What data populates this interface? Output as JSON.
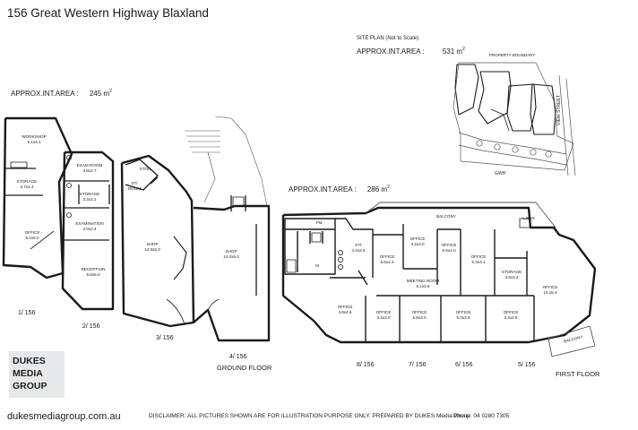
{
  "title": "156 Great Western Highway Blaxland",
  "site_plan": {
    "label": "SITE PLAN (Not to Scale)",
    "approx_label": "APPROX.INT.AREA :",
    "area_value": "531",
    "area_unit": "m",
    "area_sup": "2",
    "property_boundary": "PROPERTY BOUNDARY",
    "street": "VIEW STREET",
    "gwh": "GWH"
  },
  "ground": {
    "approx_label": "APPROX.INT.AREA :",
    "area_value": "245",
    "area_unit": "m",
    "area_sup": "2",
    "floor_label": "GROUND FLOOR",
    "units": [
      "1/ 156",
      "2/ 156",
      "3/ 156",
      "4/ 156"
    ],
    "rooms": [
      {
        "name": "WORKSHOP",
        "dim": "5.1x4.1"
      },
      {
        "name": "STORAGE",
        "dim": "3.7x2.4"
      },
      {
        "name": "OFFICE",
        "dim": "6.2x5.0"
      },
      {
        "name": "EXAM ROOM",
        "dim": "3.8x2.7"
      },
      {
        "name": "STORAGE",
        "dim": "3.3x2.1"
      },
      {
        "name": "EXAMINATION",
        "dim": "4.0x2.4"
      },
      {
        "name": "RECEPTION",
        "dim": "5.8x5.0"
      },
      {
        "name": "STOR",
        "dim": ""
      },
      {
        "name": "ST/",
        "dim": "ROOM"
      },
      {
        "name": "SHOP",
        "dim": "14.0x5.0"
      },
      {
        "name": "SHOP",
        "dim": "14.0x5.0"
      }
    ]
  },
  "first": {
    "approx_label": "APPROX.INT.AREA :",
    "area_value": "286",
    "area_unit": "m",
    "area_sup": "2",
    "floor_label": "FIRST FLOOR",
    "units": [
      "8/ 156",
      "7/ 156",
      "6/ 156",
      "5/ 156"
    ],
    "rooms": [
      {
        "name": "FM",
        "dim": ""
      },
      {
        "name": "M",
        "dim": ""
      },
      {
        "name": "KIT",
        "dim": "4.2x2.5"
      },
      {
        "name": "OFFICE",
        "dim": "5.6x2.4"
      },
      {
        "name": "OFFICE",
        "dim": "3.2x3.0"
      },
      {
        "name": "OFFICE",
        "dim": "6.5x2.0"
      },
      {
        "name": "OFFICE",
        "dim": "6.3x3.1"
      },
      {
        "name": "STORAGE",
        "dim": "3.6x2.4"
      },
      {
        "name": "OFFICE",
        "dim": "10.x5.4"
      },
      {
        "name": "MEETING ROOM",
        "dim": "5.1x2.8"
      },
      {
        "name": "OFFICE",
        "dim": "4.8x4.5"
      },
      {
        "name": "OFFICE",
        "dim": "4.2x3.0"
      },
      {
        "name": "OFFICE",
        "dim": "5.6x3.0"
      },
      {
        "name": "OFFICE",
        "dim": "5.3x3.6"
      },
      {
        "name": "OFFICE",
        "dim": "3.4x2.5"
      },
      {
        "name": "BALCONY",
        "dim": ""
      },
      {
        "name": "BALCONY",
        "dim": ""
      },
      {
        "name": "L.BOX",
        "dim": ""
      }
    ]
  },
  "logo": {
    "line1": "DUKES",
    "line2": "MEDIA",
    "line3": "GROUP"
  },
  "website": "dukesmediagroup.com.au",
  "disclaimer": "DISCLAIMER: ALL PICTURES SHOWN ARE FOR ILLUSTRATION PURPOSE ONLY. PREPARED BY DUKES  Media Group",
  "phone": "Phone: 04 0280 7305",
  "colors": {
    "wall": "#1a1a1a",
    "line": "#555555",
    "logo_bg": "#e7e8ea"
  }
}
